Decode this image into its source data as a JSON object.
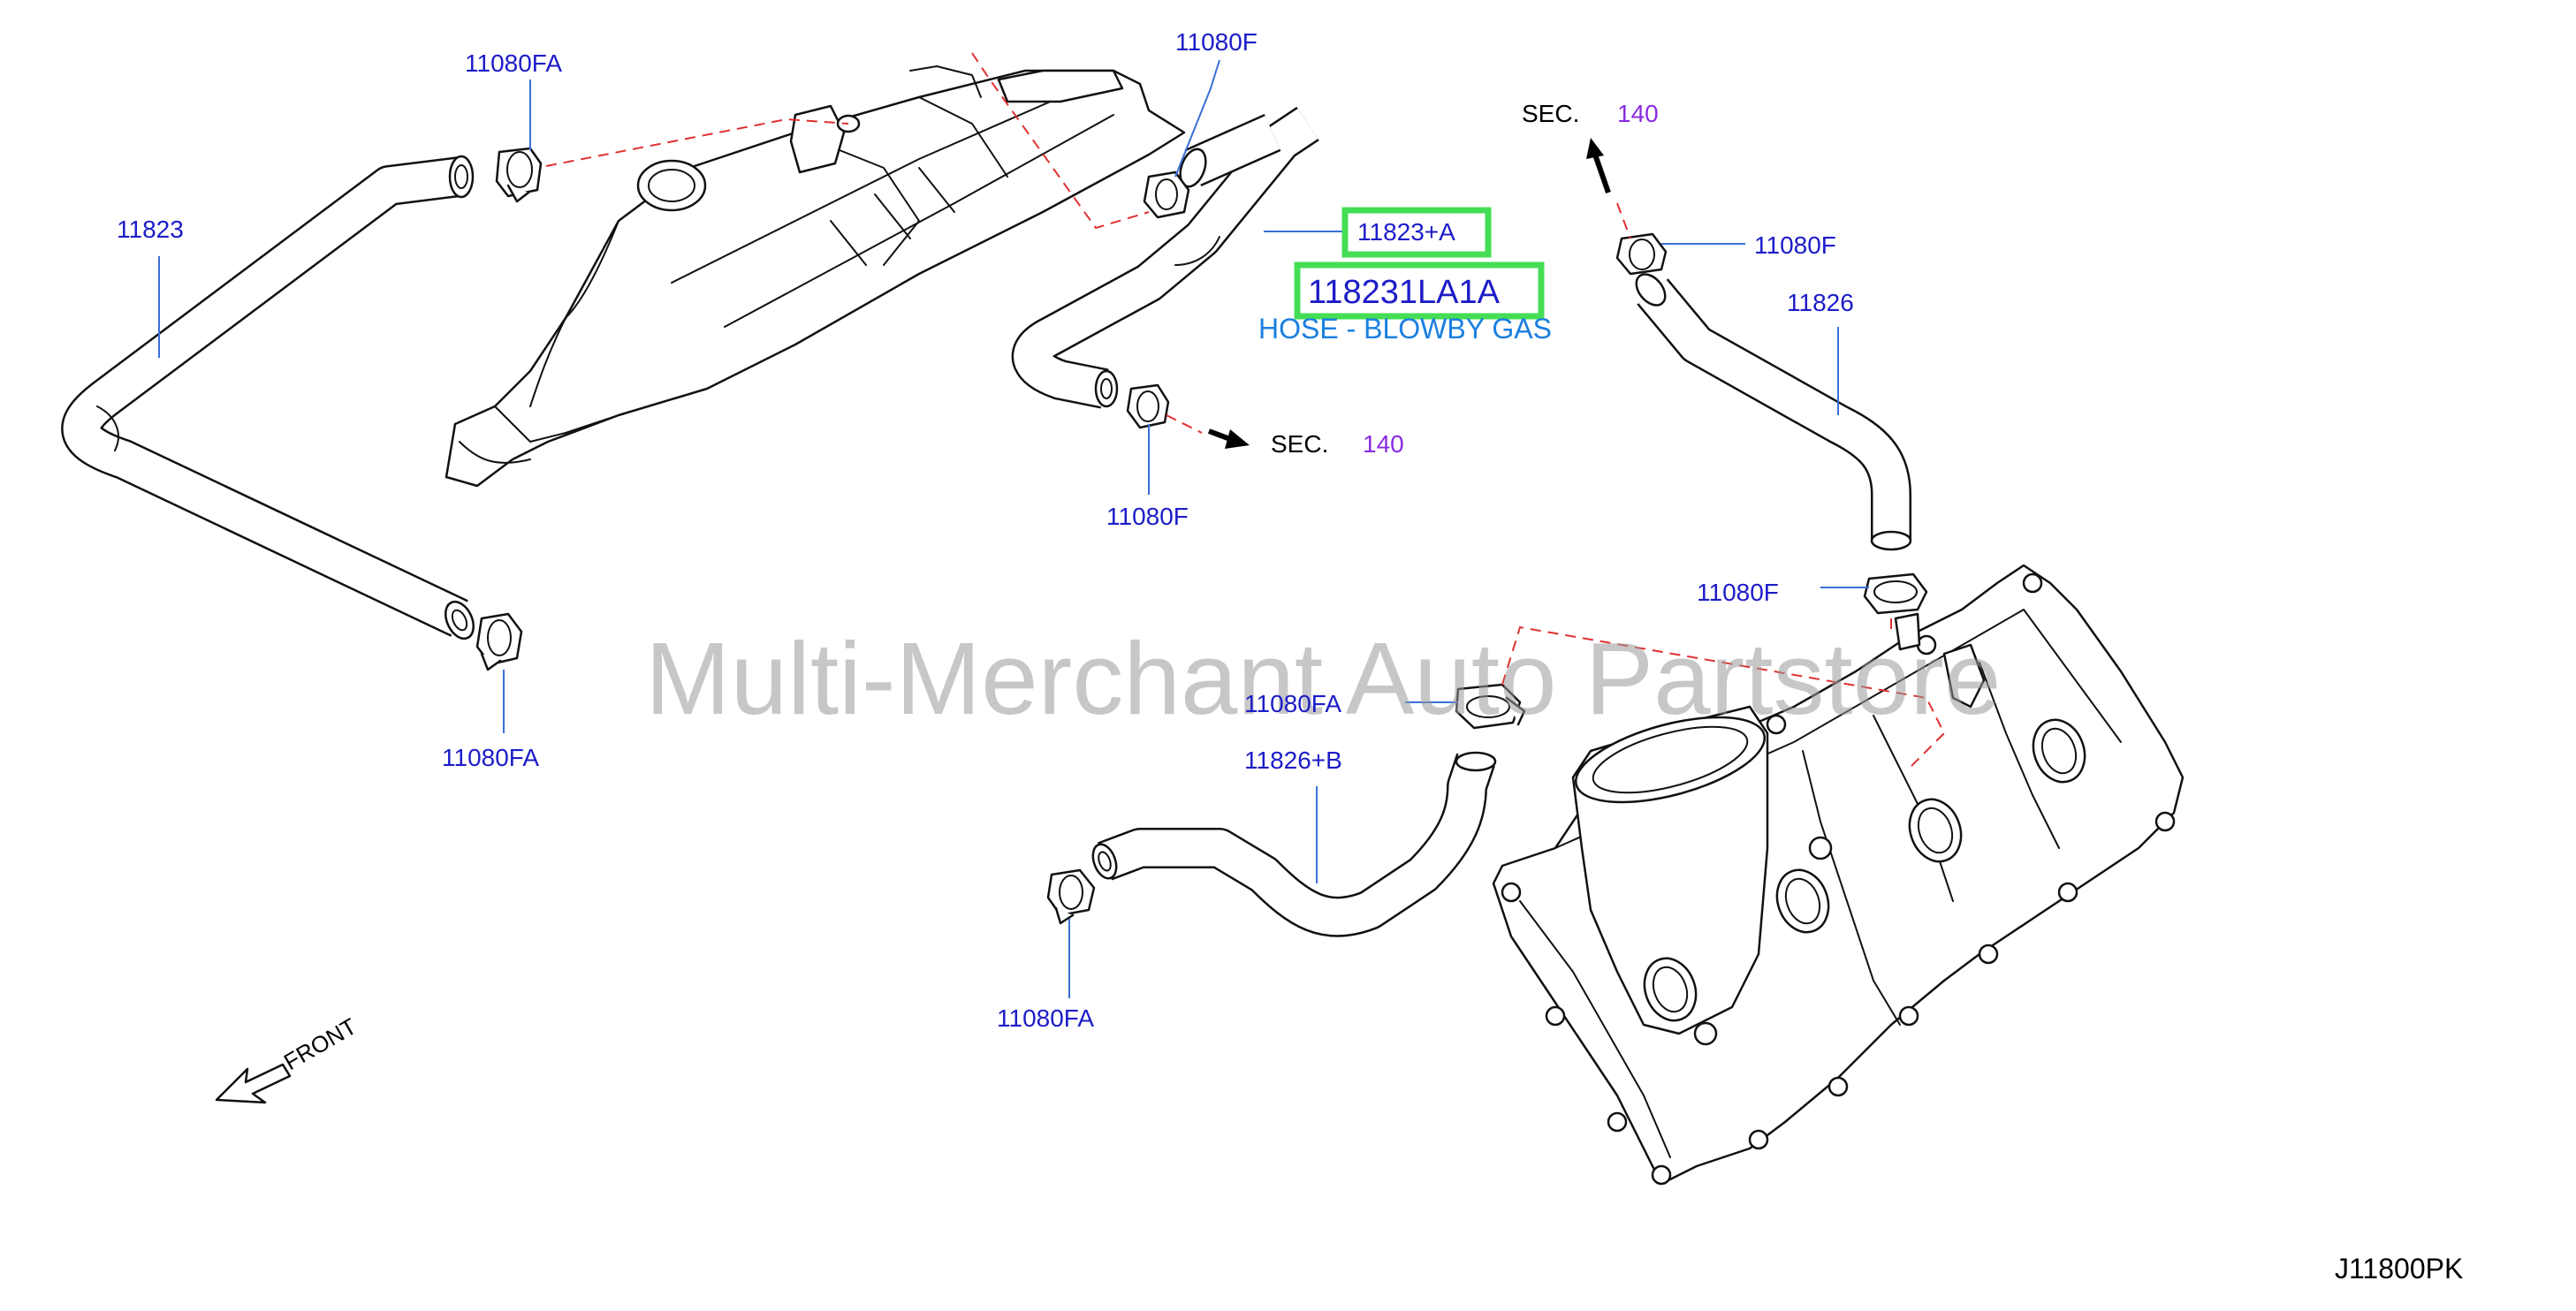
{
  "labels": {
    "clamp_fa_top": "11080FA",
    "hose_left": "11823",
    "clamp_fa_left_bottom": "11080FA",
    "clamp_f_top": "11080F",
    "hose_a": "11823+A",
    "part_number": "118231LA1A",
    "description": "HOSE - BLOWBY GAS",
    "sec_mid_prefix": "SEC.",
    "sec_mid_num": "140",
    "clamp_f_mid": "11080F",
    "sec_top_prefix": "SEC.",
    "sec_top_num": "140",
    "clamp_f_right_top": "11080F",
    "hose_right": "11826",
    "clamp_f_right_mid": "11080F",
    "clamp_fa_center": "11080FA",
    "hose_b": "11826+B",
    "clamp_fa_bottom": "11080FA",
    "front": "FRONT",
    "diagram_code": "J11800PK"
  },
  "watermark": "Multi-Merchant Auto Partstore",
  "colors": {
    "label": "#1c1cc8",
    "sec_number": "#8a2be2",
    "description": "#1a7fe0",
    "highlight": "#44dd55",
    "leader": "#3a6fd8",
    "dashed": "#e03030"
  }
}
